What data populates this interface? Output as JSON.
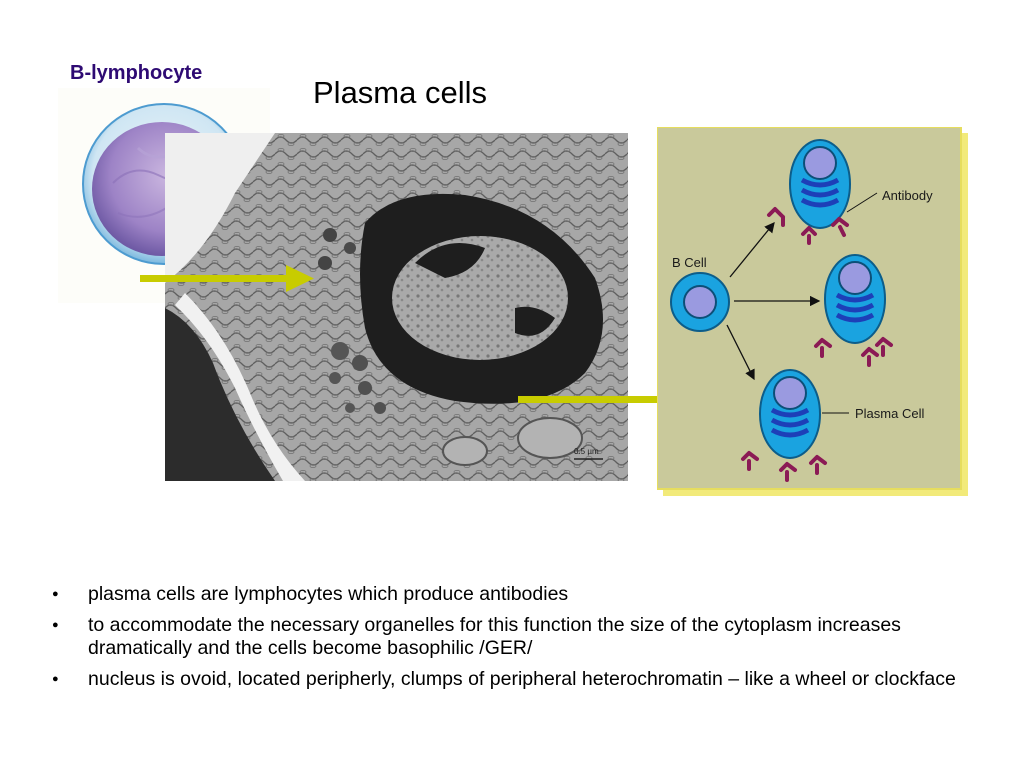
{
  "slide": {
    "title": "Plasma cells",
    "b_lymphocyte_label": "B-lymphocyte",
    "micrograph_scale": "0.5 µm",
    "diagram": {
      "b_cell_label": "B Cell",
      "antibody_label": "Antibody",
      "plasma_cell_label": "Plasma Cell"
    },
    "bullets": [
      "plasma cells are lymphocytes which produce antibodies",
      "to accommodate the necessary organelles for this function the size of the cytoplasm increases dramatically and the cells become basophilic /GER/",
      "nucleus is ovoid, located peripherly, clumps of peripheral heterochromatin – like a wheel or clockface"
    ]
  },
  "colors": {
    "label_purple": "#2e0a73",
    "arrow_yellow": "#c8cc00",
    "diagram_bg": "#c9c99b",
    "cell_blue": "#1aa3e0",
    "nucleus_lilac": "#9a9ae0",
    "antibody_maroon": "#8b1a55"
  }
}
